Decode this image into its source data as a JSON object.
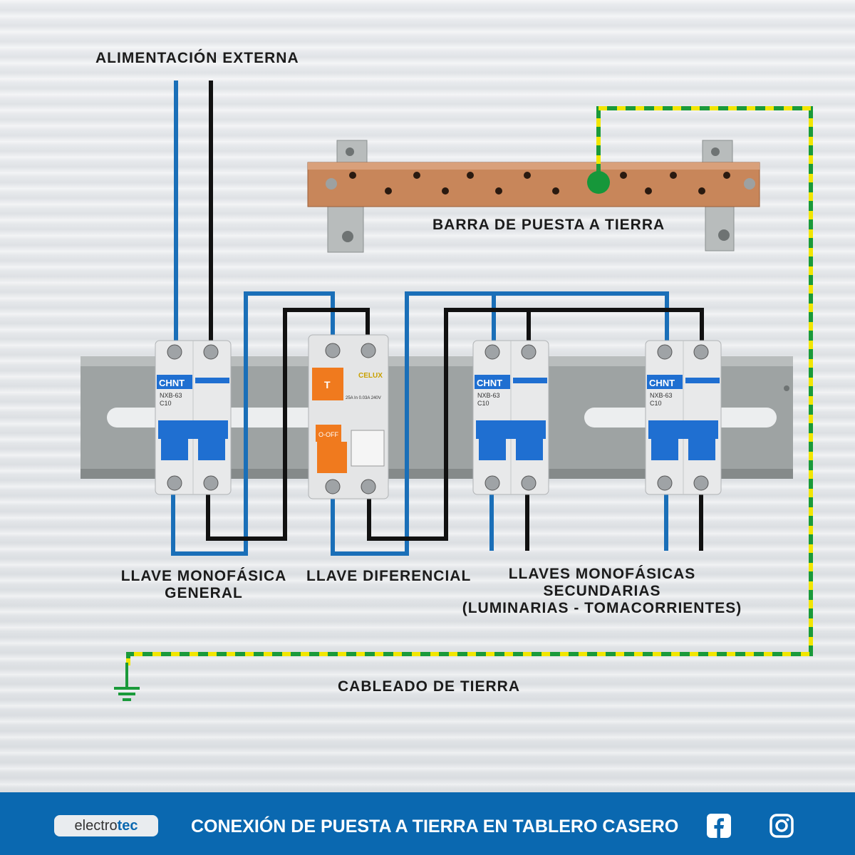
{
  "labels": {
    "alimentacion": "ALIMENTACIÓN EXTERNA",
    "barra": "BARRA DE PUESTA A TIERRA",
    "llave_general_1": "LLAVE MONOFÁSICA",
    "llave_general_2": "GENERAL",
    "llave_diferencial": "LLAVE DIFERENCIAL",
    "llaves_secundarias_1": "LLAVES MONOFÁSICAS",
    "llaves_secundarias_2": "SECUNDARIAS",
    "llaves_secundarias_3": "(LUMINARIAS - TOMACORRIENTES)",
    "cableado_tierra": "CABLEADO DE TIERRA"
  },
  "breakers": {
    "general": {
      "brand": "CHNT",
      "model": "NXB-63",
      "rating": "C10"
    },
    "diferencial": {
      "brand": "CELUX",
      "test": "T",
      "off": "O-OFF",
      "spec": "25A  In 0.03A  240V"
    },
    "secundaria_1": {
      "brand": "CHNT",
      "model": "NXB-63",
      "rating": "C10"
    },
    "secundaria_2": {
      "brand": "CHNT",
      "model": "NXB-63",
      "rating": "C10"
    }
  },
  "footer": {
    "logo_main": "electro",
    "logo_accent": "tec",
    "title": "CONEXIÓN DE PUESTA A TIERRA EN TABLERO CASERO"
  },
  "colors": {
    "neutral": "#1a6fb8",
    "phase": "#111111",
    "earth_green": "#1a9a3a",
    "earth_yellow": "#f2e600",
    "breaker_blue": "#1f6fd1",
    "rcd_orange": "#f07a1e",
    "copper": "#c8865a",
    "footer": "#0a68b0"
  },
  "icons": [
    "facebook-icon",
    "instagram-icon",
    "ground-symbol-icon"
  ]
}
